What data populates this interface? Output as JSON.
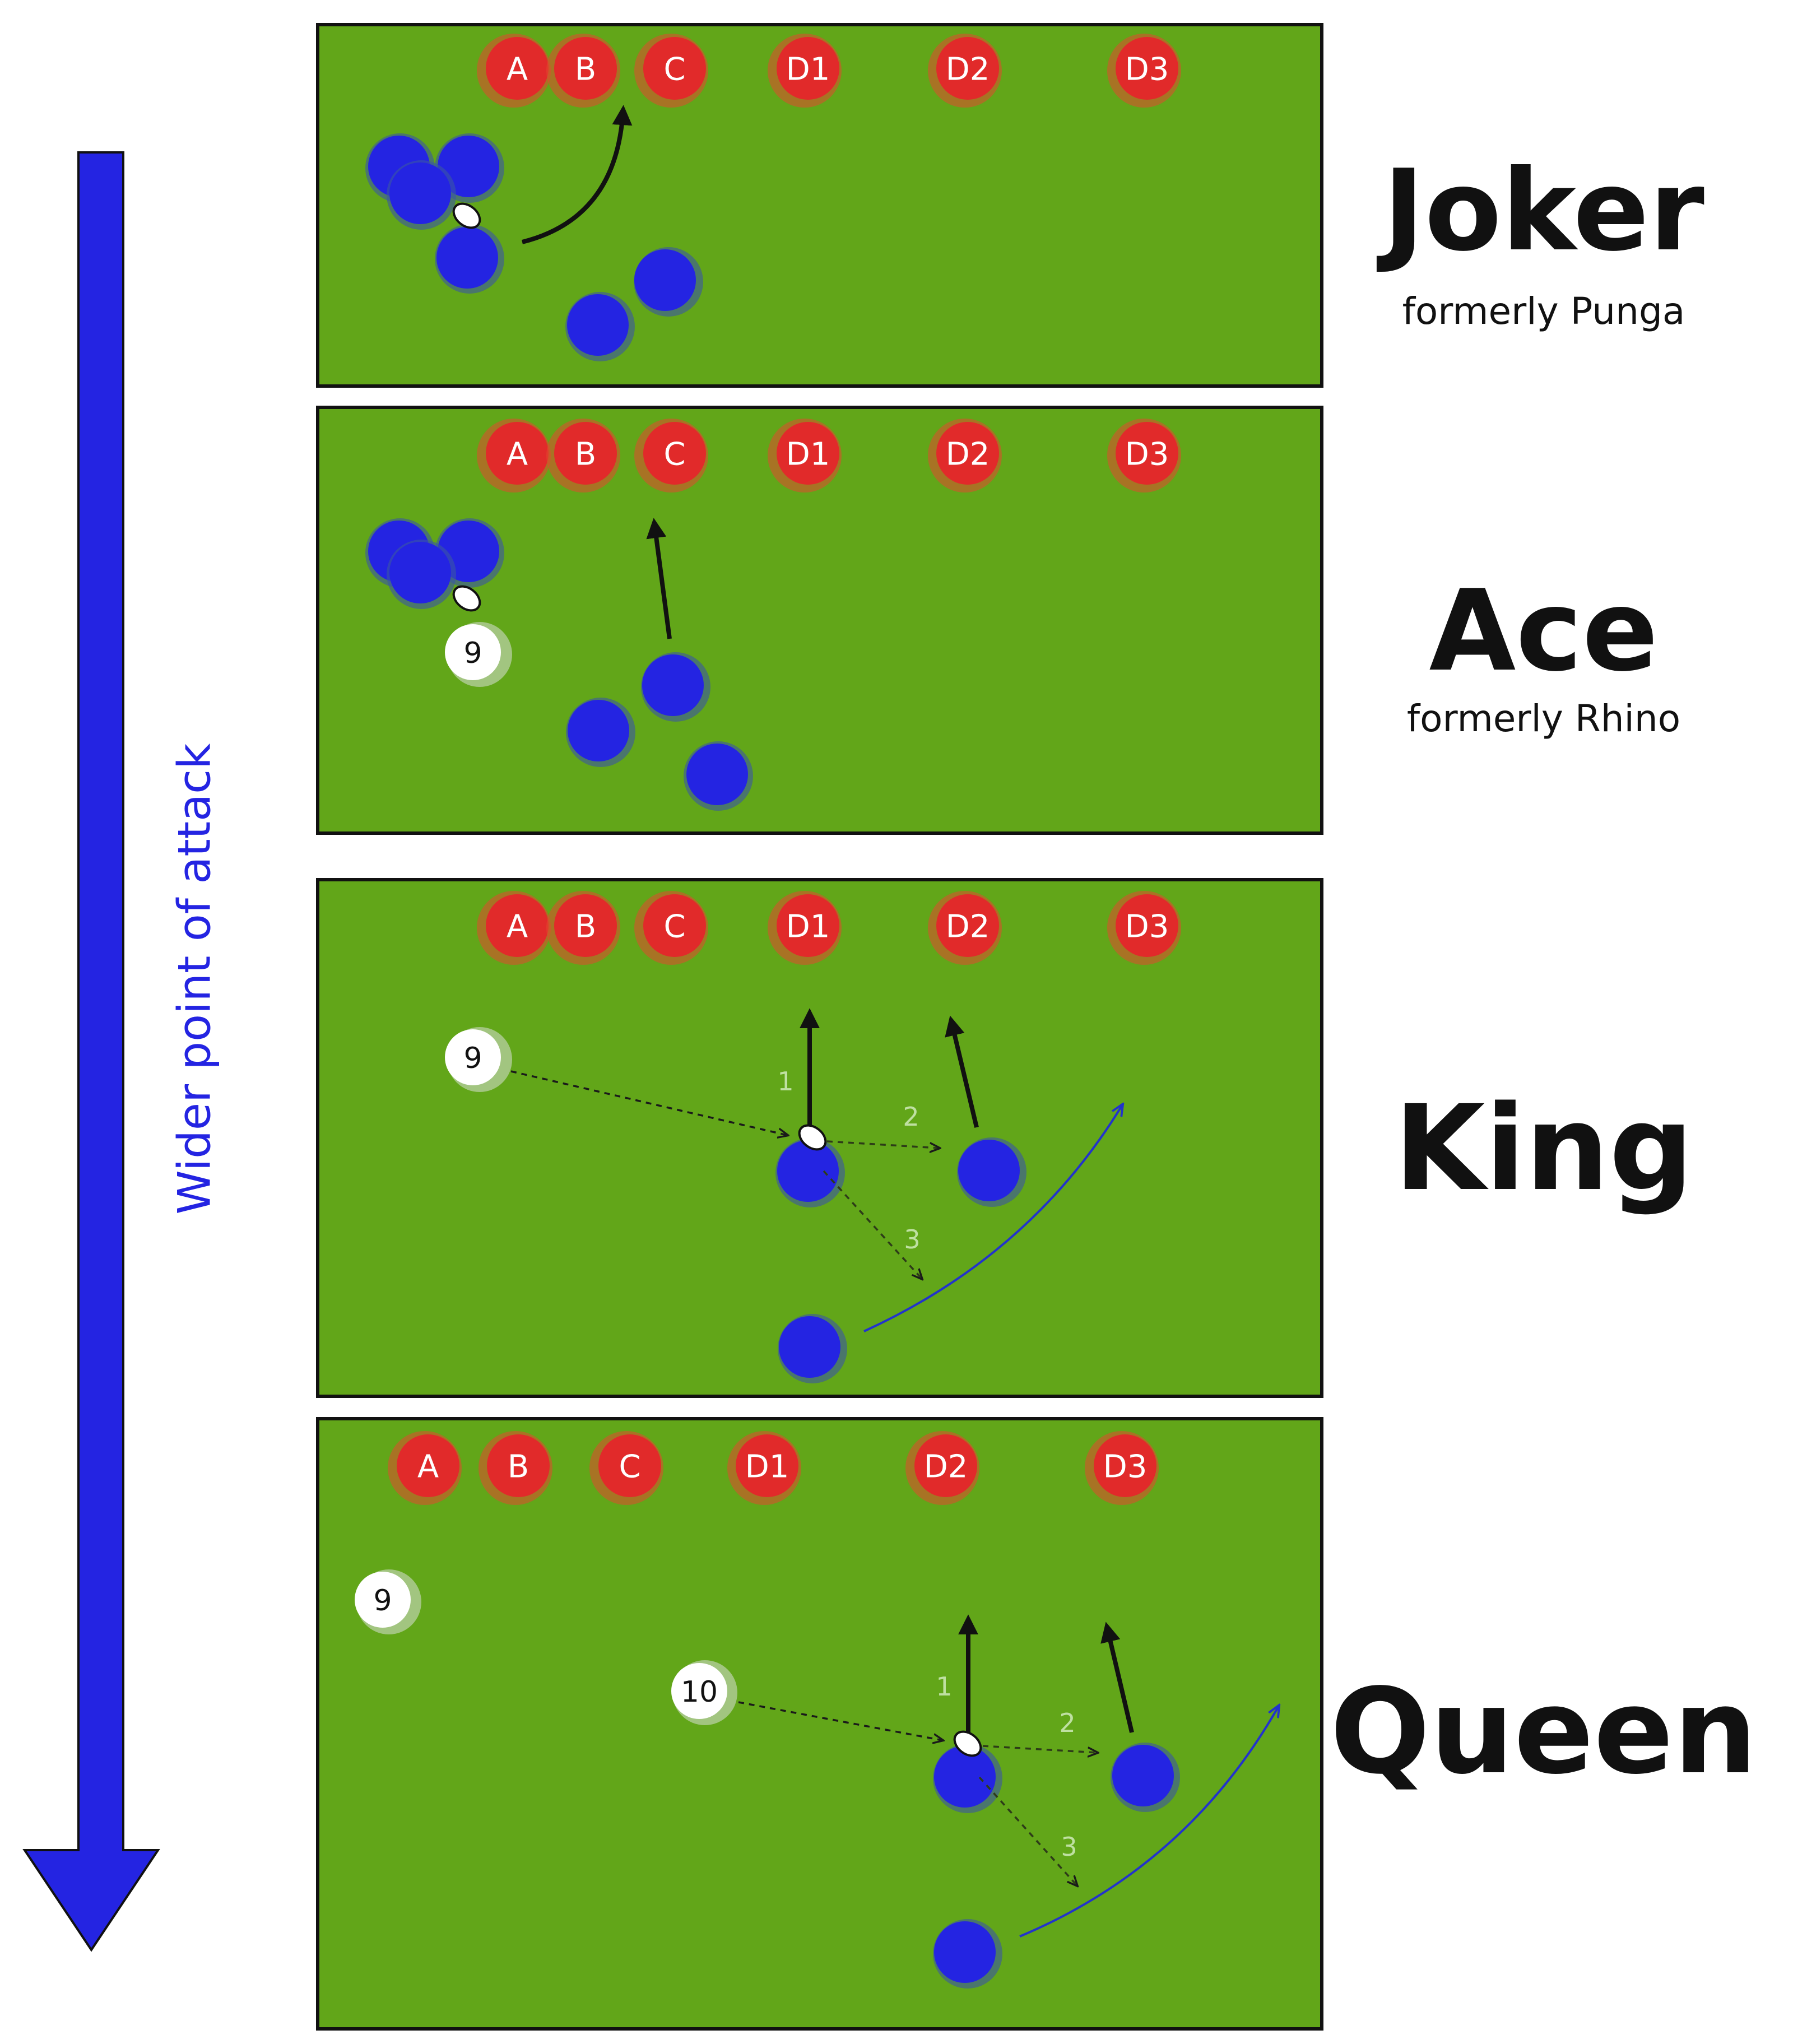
{
  "side": {
    "label": "Wider point of attack"
  },
  "panels": [
    {
      "name": "Joker",
      "subtitle": "formerly Punga",
      "defenders": [
        "A",
        "B",
        "C",
        "D1",
        "D2",
        "D3"
      ],
      "options": []
    },
    {
      "name": "Ace",
      "subtitle": "formerly Rhino",
      "defenders": [
        "A",
        "B",
        "C",
        "D1",
        "D2",
        "D3"
      ],
      "players": [
        "9"
      ],
      "options": []
    },
    {
      "name": "King",
      "defenders": [
        "A",
        "B",
        "C",
        "D1",
        "D2",
        "D3"
      ],
      "players": [
        "9"
      ],
      "options": [
        "1",
        "2",
        "3"
      ]
    },
    {
      "name": "Queen",
      "defenders": [
        "A",
        "B",
        "C",
        "D1",
        "D2",
        "D3"
      ],
      "players": [
        "9",
        "10"
      ],
      "options": [
        "1",
        "2",
        "3"
      ]
    }
  ],
  "colors": {
    "field": "#62a619",
    "defender": "#e12a2a",
    "attacker": "#2424e2",
    "accent": "#2424e2"
  }
}
